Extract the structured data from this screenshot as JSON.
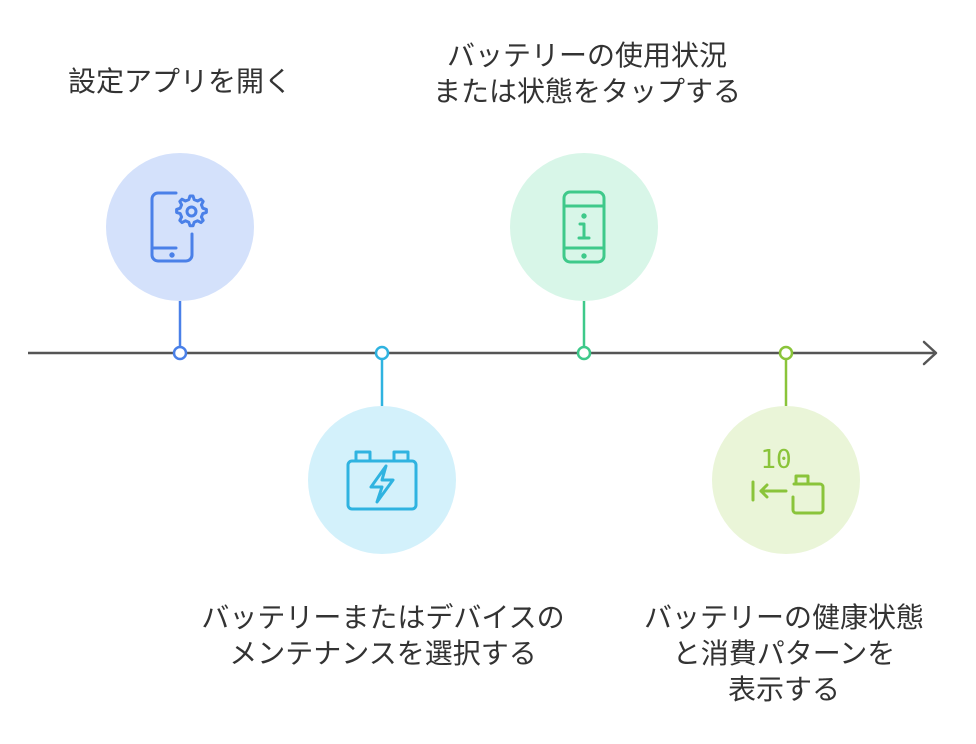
{
  "timeline": {
    "steps": [
      {
        "lines": [
          "設定アプリを開く"
        ],
        "icon": "phone-settings-icon",
        "color": "#4a80e8",
        "circle_fill": "#d4e1fb"
      },
      {
        "lines": [
          "バッテリーまたはデバイスの",
          "メンテナンスを選択する"
        ],
        "icon": "battery-bolt-icon",
        "color": "#2fb3e0",
        "circle_fill": "#d3f1fb"
      },
      {
        "lines": [
          "バッテリーの使用状況",
          "または状態をタップする"
        ],
        "icon": "phone-info-icon",
        "color": "#3ec98a",
        "circle_fill": "#d8f6e8"
      },
      {
        "lines": [
          "バッテリーの健康状態",
          "と消費パターンを",
          "表示する"
        ],
        "icon": "battery-level-icon",
        "icon_text": "10",
        "color": "#8ac43a",
        "circle_fill": "#eaf5d8"
      }
    ],
    "axis_color": "#555555"
  }
}
